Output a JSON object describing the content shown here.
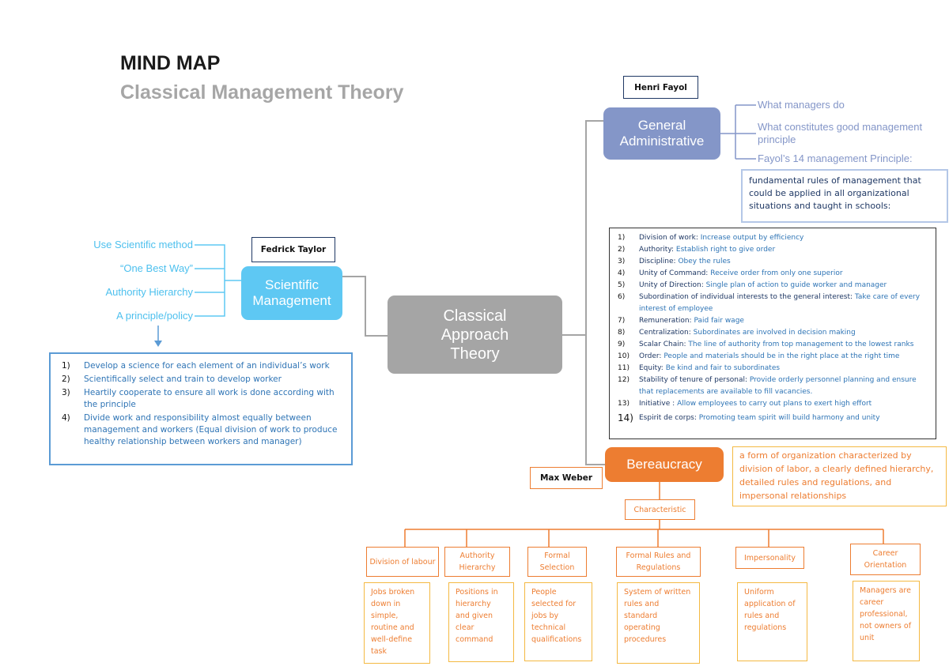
{
  "header": {
    "title": "MIND MAP",
    "subtitle": "Classical Management Theory"
  },
  "central": {
    "label": "Classical Approach Theory"
  },
  "scientific": {
    "label": "Scientific Management",
    "author": "Fedrick Taylor",
    "items": [
      "Use Scientific method",
      "“One Best Way”",
      "Authority Hierarchy",
      "A principle/policy"
    ],
    "principles": [
      {
        "num": "1)",
        "text": "Develop a science for each element of an individual’s work"
      },
      {
        "num": "2)",
        "text": "Scientifically select and train to develop worker"
      },
      {
        "num": "3)",
        "text": "Heartily cooperate to ensure all work is done according with the principle"
      },
      {
        "num": "4)",
        "text": "Divide work and responsibility almost equally between management and workers (Equal division of work to produce healthy relationship between workers and manager)"
      }
    ]
  },
  "general": {
    "label": "General Administrative",
    "author": "Henri Fayol",
    "items": [
      "What managers do",
      "What constitutes good management principle",
      "Fayol’s 14 management Principle:"
    ],
    "definition": "fundamental rules of management that could be applied in all organizational situations and taught in schools:",
    "principles": [
      {
        "num": "1)",
        "key": "Division of work:",
        "val": "Increase output by efficiency"
      },
      {
        "num": "2)",
        "key": "Authority:",
        "val": "Establish right to give order"
      },
      {
        "num": "3)",
        "key": "Discipline:",
        "val": "Obey the rules"
      },
      {
        "num": "4)",
        "key": "Unity of Command:",
        "val": "Receive order from only one superior"
      },
      {
        "num": "5)",
        "key": "Unity of Direction:",
        "val": "Single plan of action to guide worker and manager"
      },
      {
        "num": "6)",
        "key": "Subordination of individual interests to the general interest:",
        "val": "Take care of every interest of employee"
      },
      {
        "num": "7)",
        "key": "Remuneration:",
        "val": "Paid fair wage"
      },
      {
        "num": "8)",
        "key": "Centralization:",
        "val": "Subordinates are involved in decision making"
      },
      {
        "num": "9)",
        "key": "Scalar Chain:",
        "val": "The line of authority from top management to the lowest ranks"
      },
      {
        "num": "10)",
        "key": "Order:",
        "val": "People and materials should be in the right place at the right time"
      },
      {
        "num": "11)",
        "key": "Equity:",
        "val": "Be kind and fair to subordinates"
      },
      {
        "num": "12)",
        "key": "Stability of tenure of personal:",
        "val": "Provide orderly personnel planning and ensure that replacements are available to fill vacancies."
      },
      {
        "num": "13)",
        "key": "Initiative :",
        "val": "Allow employees to carry out plans to exert high effort"
      },
      {
        "num": "14)",
        "key": "Espirit de corps:",
        "val": "Promoting team spirit will build harmony and unity"
      }
    ]
  },
  "bureaucracy": {
    "label": "Bereaucracy",
    "author": "Max Weber",
    "definition": "a form of organization characterized by division of labor, a clearly defined hierarchy, detailed rules and regulations, and impersonal relationships",
    "characteristic_label": "Characteristic",
    "characteristics": [
      {
        "title": "Division of labour",
        "desc": "Jobs broken down in simple, routine and well-define task"
      },
      {
        "title": "Authority Hierarchy",
        "desc": "Positions in hierarchy and given clear command"
      },
      {
        "title": "Formal Selection",
        "desc": "People selected for jobs by technical qualifications"
      },
      {
        "title": "Formal Rules and Regulations",
        "desc": "System of written rules and standard operating procedures"
      },
      {
        "title": "Impersonality",
        "desc": "Uniform application of rules and regulations"
      },
      {
        "title": "Career Orientation",
        "desc": "Managers are career professional, not owners of unit"
      }
    ]
  }
}
